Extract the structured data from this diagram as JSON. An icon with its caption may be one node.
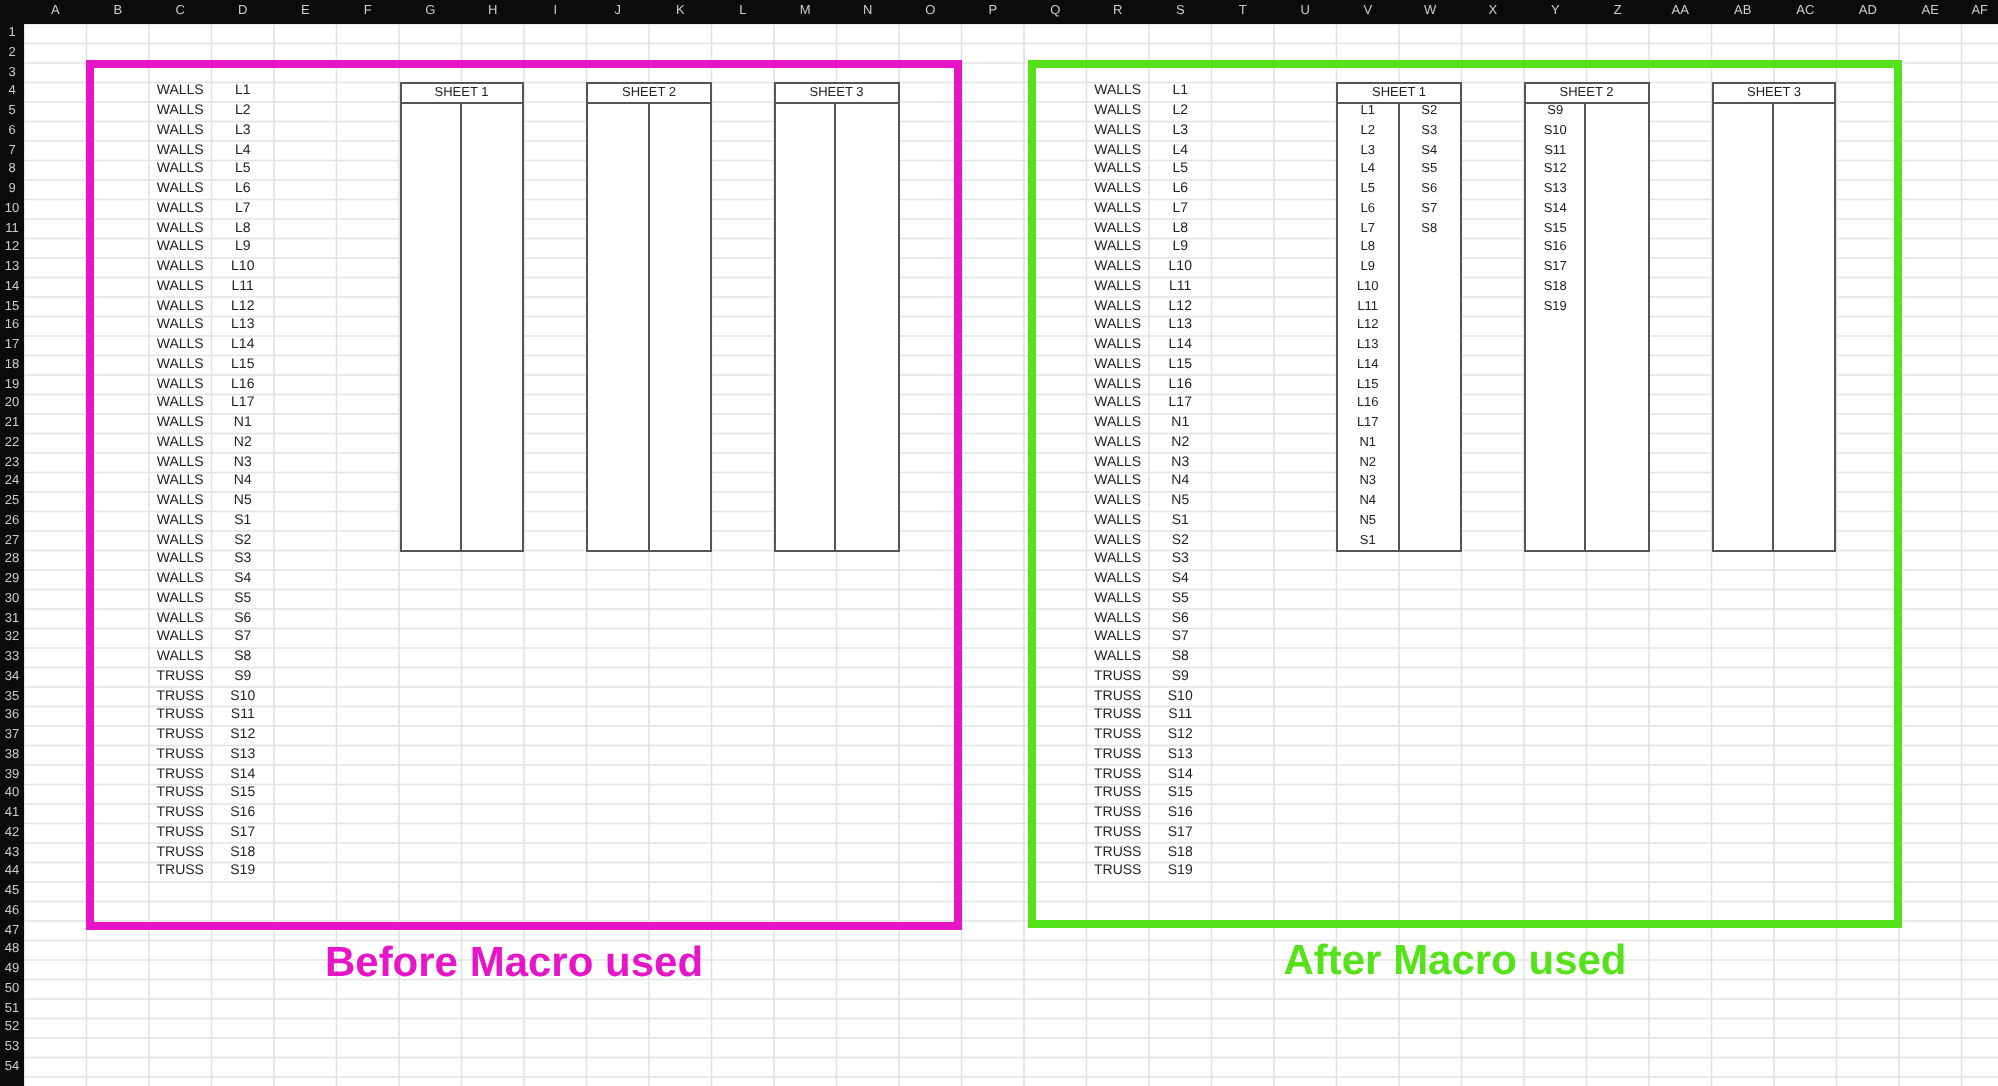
{
  "diagram": {
    "nodes": [
      {
        "text": [],
        "shape": "box"
      },
      {
        "text": [
          "SHEET 1"
        ],
        "in": 0
      },
      {
        "text": [],
        "shape": "box",
        "in": 1
      },
      {
        "text": [],
        "shape": "box",
        "in": 1
      },
      {
        "text": [
          "SHEET 2"
        ],
        "in": 0
      },
      {
        "text": [],
        "shape": "box",
        "in": 4
      },
      {
        "text": [],
        "shape": "box",
        "in": 4
      },
      {
        "text": [
          "SHEET 3"
        ],
        "in": 0
      },
      {
        "text": [],
        "shape": "box",
        "in": 7
      },
      {
        "text": [],
        "shape": "box",
        "in": 7
      },
      {
        "text": [],
        "shape": "box"
      },
      {
        "text": [
          "SHEET 1"
        ],
        "in": 10
      },
      {
        "text": [
          "L1",
          "L2",
          "L3",
          "L4",
          "L5",
          "L6",
          "L7",
          "L8",
          "L9",
          "L10",
          "L11",
          "L12",
          "L13",
          "L14",
          "L15",
          "L16",
          "L17",
          "N1",
          "N2",
          "N3",
          "N4",
          "N5",
          "S1"
        ],
        "in": 11
      },
      {
        "text": [
          "S2",
          "S3",
          "S4",
          "S5",
          "S6",
          "S7",
          "S8"
        ],
        "in": 11
      },
      {
        "text": [
          "SHEET 2"
        ],
        "in": 10
      },
      {
        "text": [
          "S9",
          "S10",
          "S11",
          "S12",
          "S13",
          "S14",
          "S15",
          "S16",
          "S17",
          "S18",
          "S19"
        ],
        "in": 14
      },
      {
        "text": [],
        "shape": "box",
        "in": 14
      },
      {
        "text": [
          "SHEET 3"
        ],
        "in": 10
      },
      {
        "text": [],
        "shape": "box",
        "in": 17
      },
      {
        "text": [],
        "shape": "box",
        "in": 17
      }
    ],
    "labels": [
      "A",
      "B",
      "C",
      "D",
      "E",
      "F",
      "G",
      "H",
      "I",
      "J",
      "K",
      "L",
      "M",
      "N",
      "O",
      "P",
      "Q",
      "R",
      "S",
      "T",
      "U",
      "V",
      "W",
      "X",
      "Y",
      "Z",
      "AA",
      "AB",
      "AC",
      "AD",
      "AE",
      "AF",
      "1",
      "2",
      "3",
      "4",
      "5",
      "6",
      "7",
      "8",
      "9",
      "10",
      "11",
      "12",
      "13",
      "14",
      "15",
      "16",
      "17",
      "18",
      "19",
      "20",
      "21",
      "22",
      "23",
      "24",
      "25",
      "26",
      "27",
      "28",
      "29",
      "30",
      "31",
      "32",
      "33",
      "34",
      "35",
      "36",
      "37",
      "38",
      "39",
      "40",
      "41",
      "42",
      "43",
      "44",
      "45",
      "46",
      "47",
      "48",
      "49",
      "50",
      "51",
      "52",
      "53",
      "54",
      "WALLS",
      "L1",
      "WALLS",
      "L1",
      "WALLS",
      "L2",
      "WALLS",
      "L2",
      "WALLS",
      "L3",
      "WALLS",
      "L3",
      "WALLS",
      "L4",
      "WALLS",
      "L4",
      "WALLS",
      "L5",
      "WALLS",
      "L5",
      "WALLS",
      "L6",
      "WALLS",
      "L6",
      "WALLS",
      "L7",
      "WALLS",
      "L7",
      "WALLS",
      "L8",
      "WALLS",
      "L8",
      "WALLS",
      "L9",
      "WALLS",
      "L9",
      "WALLS",
      "L10",
      "WALLS",
      "L10",
      "WALLS",
      "L11",
      "WALLS",
      "L11",
      "WALLS",
      "L12",
      "WALLS",
      "L12",
      "WALLS",
      "L13",
      "WALLS",
      "L13",
      "WALLS",
      "L14",
      "WALLS",
      "L14",
      "WALLS",
      "L15",
      "WALLS",
      "L15",
      "WALLS",
      "L16",
      "WALLS",
      "L16",
      "WALLS",
      "L17",
      "WALLS",
      "L17",
      "WALLS",
      "N1",
      "WALLS",
      "N1",
      "WALLS",
      "N2",
      "WALLS",
      "N2",
      "WALLS",
      "N3",
      "WALLS",
      "N3",
      "WALLS",
      "N4",
      "WALLS",
      "N4",
      "WALLS",
      "N5",
      "WALLS",
      "N5",
      "WALLS",
      "S1",
      "WALLS",
      "S1",
      "WALLS",
      "S2",
      "WALLS",
      "S2",
      "WALLS",
      "S3",
      "WALLS",
      "S3",
      "WALLS",
      "S4",
      "WALLS",
      "S4",
      "WALLS",
      "S5",
      "WALLS",
      "S5",
      "WALLS",
      "S6",
      "WALLS",
      "S6",
      "WALLS",
      "S7",
      "WALLS",
      "S7",
      "WALLS",
      "S8",
      "WALLS",
      "S8",
      "TRUSS",
      "S9",
      "TRUSS",
      "S9",
      "TRUSS",
      "S10",
      "TRUSS",
      "S10",
      "TRUSS",
      "S11",
      "TRUSS",
      "S11",
      "TRUSS",
      "S12",
      "TRUSS",
      "S12",
      "TRUSS",
      "S13",
      "TRUSS",
      "S13",
      "TRUSS",
      "S14",
      "TRUSS",
      "S14",
      "TRUSS",
      "S15",
      "TRUSS",
      "S15",
      "TRUSS",
      "S16",
      "TRUSS",
      "S16",
      "TRUSS",
      "S17",
      "TRUSS",
      "S17",
      "TRUSS",
      "S18",
      "TRUSS",
      "S18",
      "TRUSS",
      "S19",
      "TRUSS",
      "S19",
      "Before Macro used",
      "After Macro used"
    ]
  }
}
